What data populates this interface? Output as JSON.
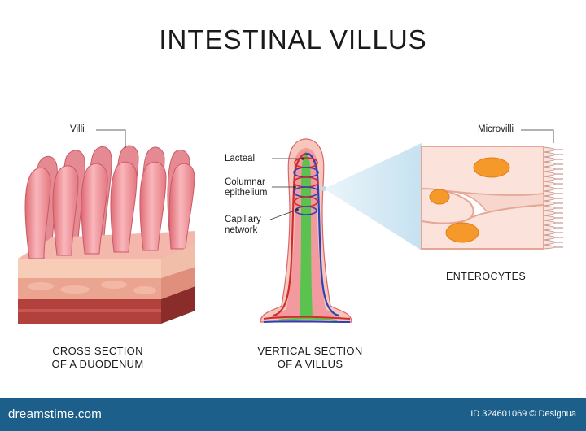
{
  "title": "INTESTINAL VILLUS",
  "labels": {
    "villi": "Villi",
    "lacteal": "Lacteal",
    "columnar_line1": "Columnar",
    "columnar_line2": "epithelium",
    "capillary_line1": "Capillary",
    "capillary_line2": "network",
    "microvilli": "Microvilli",
    "enterocytes": "ENTEROCYTES"
  },
  "captions": {
    "cross_line1": "CROSS SECTION",
    "cross_line2": "OF A DUODENUM",
    "vertical_line1": "VERTICAL SECTION",
    "vertical_line2": "OF A VILLUS"
  },
  "footer": {
    "brand": "dreamstime.com",
    "credit": "ID 324601069 © Designua"
  },
  "colors": {
    "villus_pink": "#f4a0a6",
    "villus_dark": "#d9656f",
    "mucosa_peach": "#f7c9b4",
    "submucosa": "#e89a88",
    "muscle": "#c0504d",
    "muscle_dark": "#8e2f2d",
    "lacteal_green": "#5cc24f",
    "vessel_red": "#d22b2b",
    "vessel_blue": "#2844b8",
    "nucleus": "#f59a2a",
    "cell_fill": "#fbe3dc",
    "zoom_blue": "#cfe6f2",
    "footer_bg": "#1c5f8a"
  }
}
